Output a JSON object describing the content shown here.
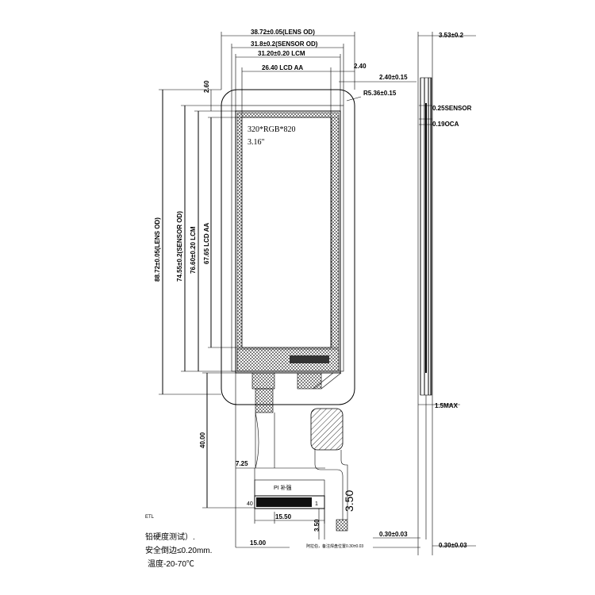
{
  "front_view": {
    "top_dims": {
      "lens_od": "38.72±0.05(LENS OD)",
      "sensor_od": "31.8±0.2(SENSOR OD)",
      "lcm": "31.20±0.20  LCM",
      "lcd_aa": "26.40  LCD  AA",
      "right_offset": "2.40"
    },
    "right_dims": {
      "offset_2_40": "2.40±0.15",
      "radius": "R5.36±0.15"
    },
    "left_dims": {
      "top_offset": "2.60",
      "lens_od": "88.72±0.05(LENS OD)",
      "sensor_od": "74.55±0.2(SENSOR OD)",
      "lcm": "76.60±0.20 LCM",
      "lcd_aa": "67.65 LCD AA",
      "fpc_length": "40.00"
    },
    "bottom_dims": {
      "fpc_offset": "7.25",
      "fpc_width": "15.50",
      "fpc_total": "15.00",
      "pitch": "3.50",
      "pitch_right": "3.50"
    },
    "screen_text": {
      "resolution": "320*RGB*820",
      "size": "3.16\""
    },
    "fpc": {
      "pi_label": "PI 补强",
      "pin_first": "40",
      "pin_last": "1"
    }
  },
  "side_view": {
    "thickness": "3.53±0.2",
    "sensor": "0.25SENSOR",
    "oca": "0.19OCA",
    "fpc_max": "1.5MAX",
    "fpc_thick_1": "0.30±0.03",
    "fpc_thick_2": "0.30±0.03"
  },
  "notes": {
    "ref": "ETL",
    "line1": "铅硬度测试）.",
    "line2": "安全倒边≤0.20mm.",
    "line3": "温度-20-70℃",
    "small_note": "阿拉伯，备注焊盘位置0.30±0.03"
  }
}
